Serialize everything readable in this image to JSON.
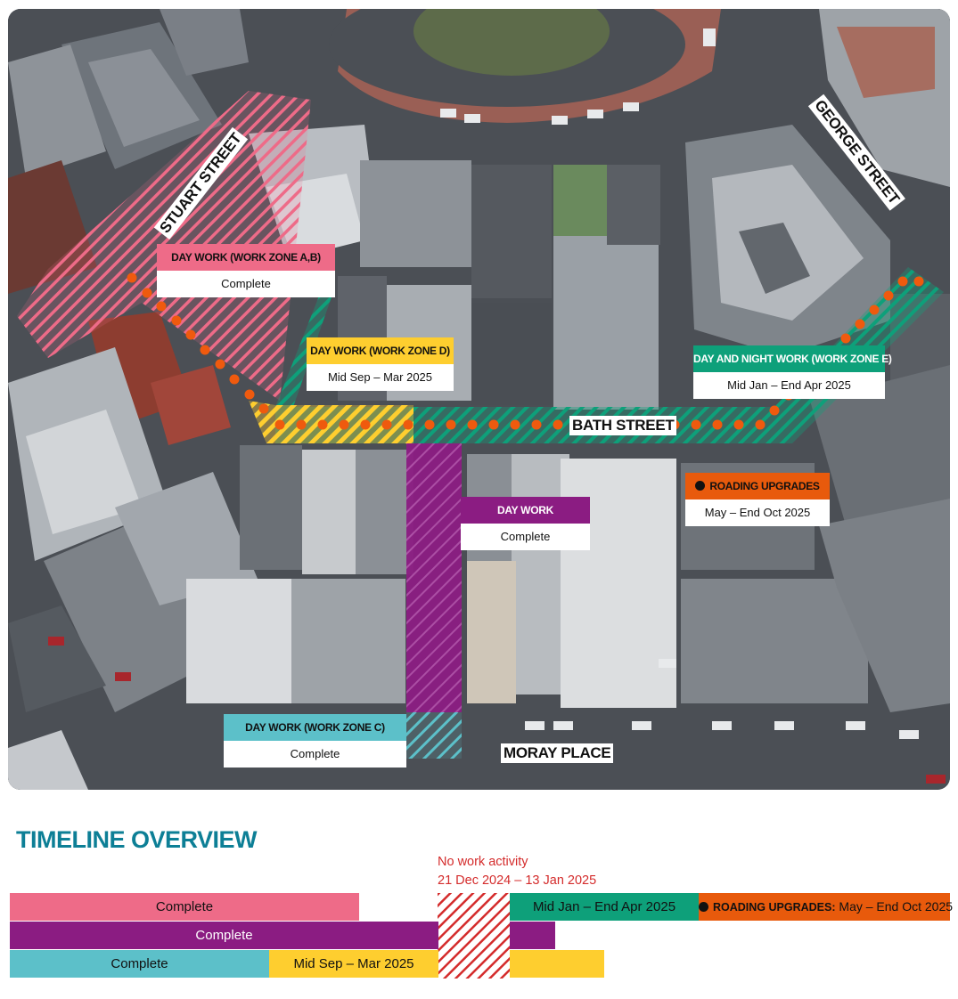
{
  "map": {
    "streets": {
      "stuart": "STUART STREET",
      "george": "GEORGE STREET",
      "bath": "BATH STREET",
      "moray": "MORAY PLACE"
    },
    "zones": {
      "ab": {
        "title": "DAY WORK (WORK ZONE A,B)",
        "status": "Complete",
        "color": "#ee6b88"
      },
      "d": {
        "title": "DAY WORK (WORK ZONE D)",
        "status": "Mid Sep – Mar 2025",
        "color": "#fece2f"
      },
      "e": {
        "title": "DAY AND NIGHT WORK (WORK ZONE E)",
        "status": "Mid Jan – End Apr 2025",
        "color": "#0ea07a"
      },
      "roading": {
        "title": "ROADING UPGRADES",
        "status": "May – End Oct 2025",
        "color": "#e85a0c"
      },
      "daywork": {
        "title": "DAY WORK",
        "status": "Complete",
        "color": "#8b1c82"
      },
      "c": {
        "title": "DAY WORK (WORK ZONE C)",
        "status": "Complete",
        "color": "#5cc0c9"
      }
    }
  },
  "timeline": {
    "title": "TIMELINE OVERVIEW",
    "no_work": {
      "title": "No work activity",
      "dates": "21 Dec 2024 – 13 Jan 2025",
      "color": "#d42b2b"
    },
    "rows": [
      [
        {
          "label": "Complete",
          "color": "#ee6b88"
        },
        {
          "label": "Mid Jan – End Apr 2025",
          "color": "#0ea07a"
        },
        {
          "label_bold": "ROADING UPGRADES:",
          "label": " May – End Oct 2025",
          "color": "#e85a0c"
        }
      ],
      [
        {
          "label": "Complete",
          "color": "#8b1c82"
        },
        {
          "label": "",
          "color": "#8b1c82"
        }
      ],
      [
        {
          "label": "Complete",
          "color": "#5cc0c9"
        },
        {
          "label": "Mid Sep – Mar 2025",
          "color": "#fece2f"
        },
        {
          "label": "",
          "color": "#fece2f"
        }
      ]
    ]
  }
}
